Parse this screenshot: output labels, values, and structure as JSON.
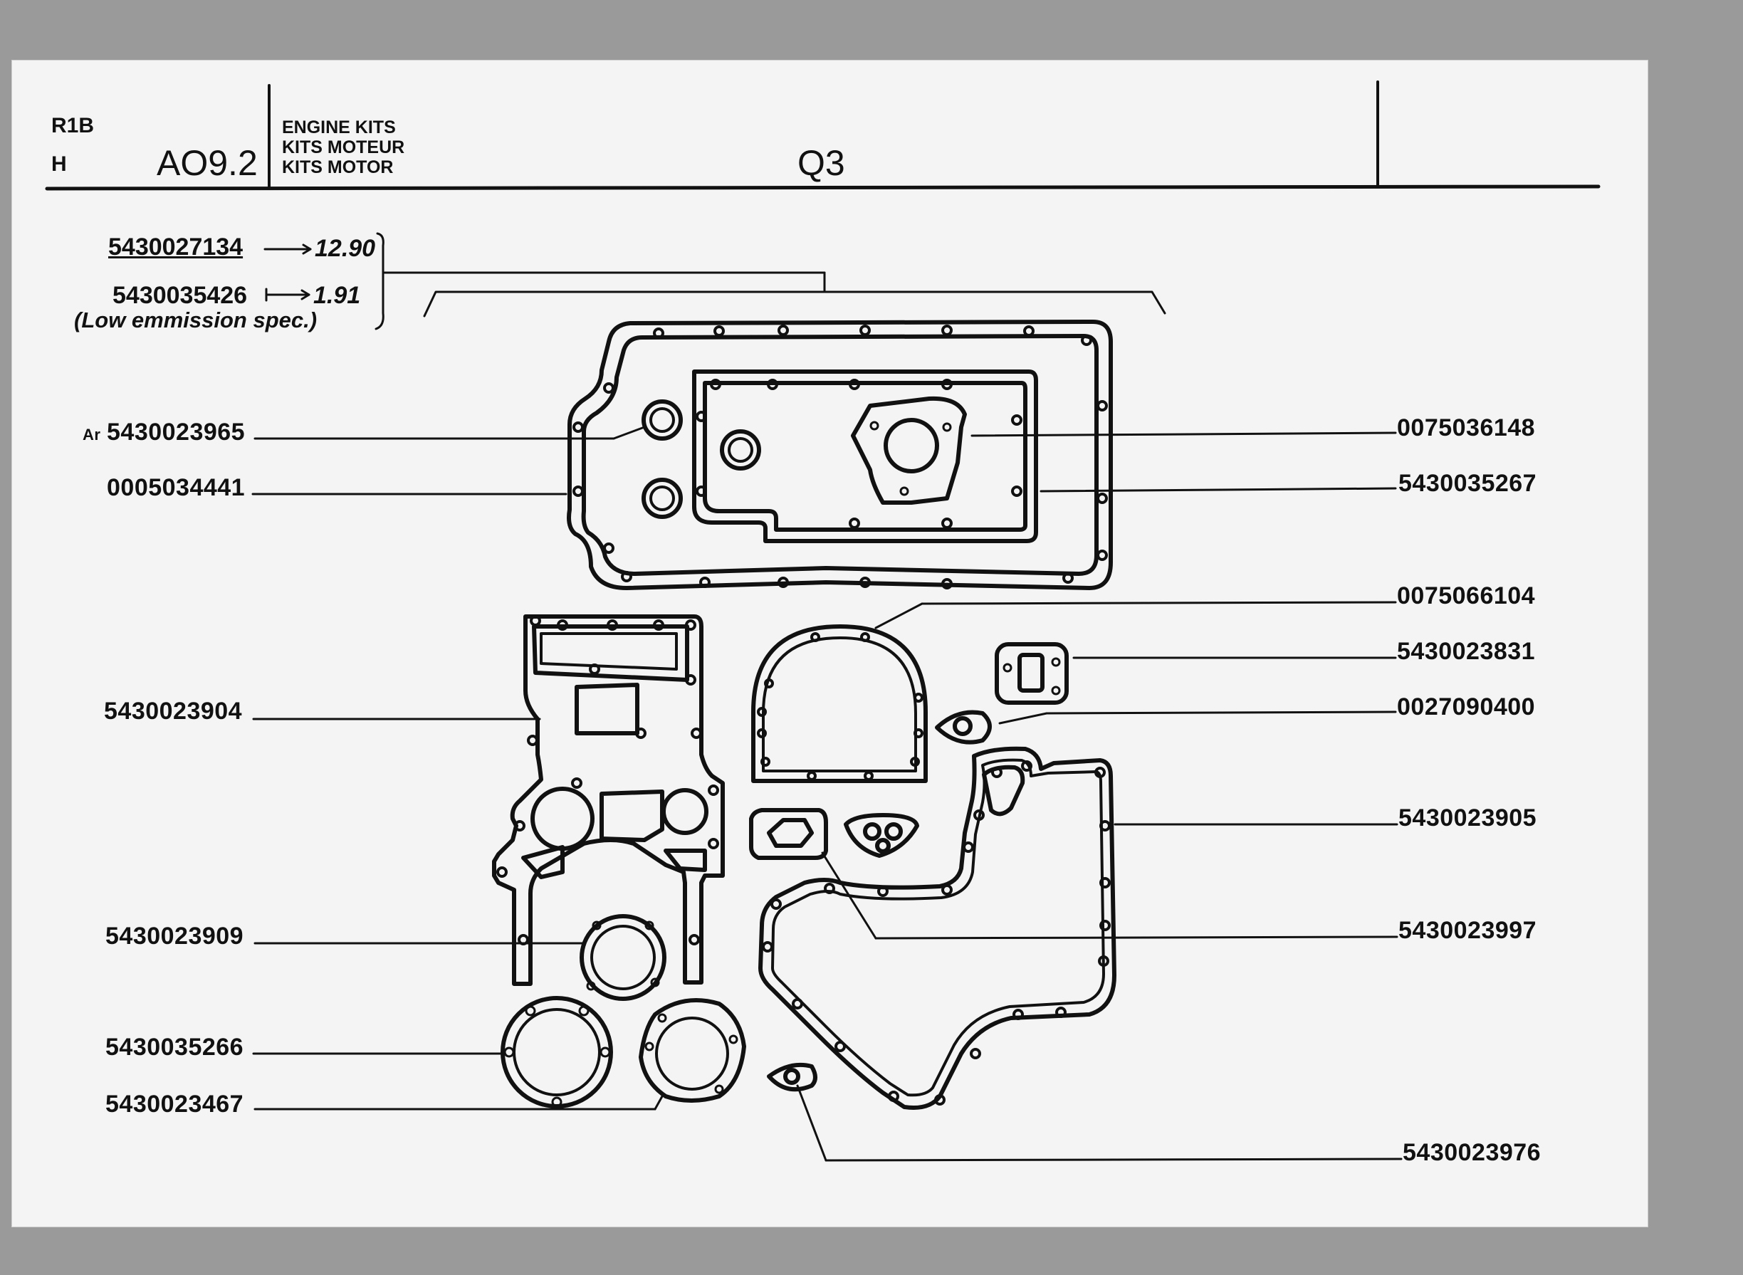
{
  "header": {
    "code_r1b": "R1B",
    "code_h": "H",
    "section": "AO9.2",
    "title_en": "ENGINE KITS",
    "title_fr": "KITS MOTEUR",
    "title_de": "KITS MOTOR",
    "page": "Q3"
  },
  "kits": {
    "kit1_number": "5430027134",
    "kit1_price": "12.90",
    "kit2_number": "5430035426",
    "kit2_price": "1.91",
    "kit2_note": "(Low emmission spec.)"
  },
  "labels_left": {
    "p1_prefix": "Ar",
    "p1": "5430023965",
    "p2": "0005034441",
    "p3": "5430023904",
    "p4": "5430023909",
    "p5": "5430035266",
    "p6": "5430023467"
  },
  "labels_right": {
    "p1": "0075036148",
    "p2": "5430035267",
    "p3": "0075066104",
    "p4": "5430023831",
    "p5": "0027090400",
    "p6": "5430023905",
    "p7": "5430023997",
    "p8": "5430023976"
  }
}
